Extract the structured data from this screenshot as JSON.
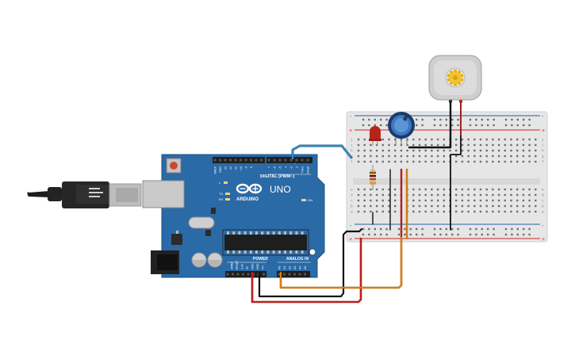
{
  "arduino": {
    "brand": "ARDUINO",
    "model": "UNO",
    "digital_header": "DIGITAL (PWM~)",
    "power_header": "POWER",
    "analog_header": "ANALOG IN",
    "led_labels": {
      "L": "L",
      "TX": "TX",
      "RX": "RX",
      "ON": "ON"
    },
    "digital_pins": [
      "AREF",
      "GND",
      "13",
      "12",
      "~11",
      "~10",
      "~9",
      "8",
      "7",
      "~6",
      "~5",
      "4",
      "~3",
      "2",
      "TX▸1",
      "RX◂0"
    ],
    "power_pins": [
      "IOREF",
      "RESET",
      "3.3V",
      "5V",
      "GND",
      "GND",
      "Vin"
    ],
    "analog_pins": [
      "A0",
      "A1",
      "A2",
      "A3",
      "A4",
      "A5"
    ]
  },
  "breadboard": {
    "row_letters_top": [
      "j",
      "i",
      "h",
      "g",
      "f"
    ],
    "row_letters_bottom": [
      "e",
      "d",
      "c",
      "b",
      "a"
    ],
    "rail_plus": "+",
    "rail_minus": "-"
  },
  "colors": {
    "board": "#2a6aa6",
    "board_dark": "#1d5284",
    "breadboard": "#e6e6e6",
    "wire_black": "#2b2b2b",
    "wire_red": "#d42121",
    "wire_orange": "#e98a15",
    "wire_blue": "#3b8fc8",
    "rail_red": "#d42121",
    "rail_blue": "#2a5fa8"
  }
}
